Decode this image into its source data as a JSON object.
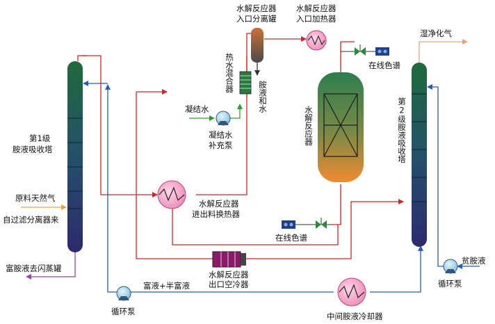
{
  "labels": {
    "tower1": [
      "第1级",
      "胺液吸收塔"
    ],
    "tower2": "第2级胺液吸收塔",
    "feed_gas": "原料天然气",
    "from_filter_separator": "自过滤分离器来",
    "rich_amine_to_flash": "富胺液去闪蒸罐",
    "circ_pump_left": "循环泵",
    "circ_pump_right": "循环泵",
    "rich_semi_rich": "富液+半富液",
    "intercooler": "中间胺液冷却器",
    "lean_amine": "贫胺液",
    "wet_clean_gas": "湿净化气",
    "online_gc_top": "在线色谱",
    "online_gc_bottom": "在线色谱",
    "condensate": "凝结水",
    "condensate_pump": [
      "凝结水",
      "补充泵"
    ],
    "hot_water_mixer": "热水混合器",
    "amine_and_water": "胺液和水",
    "inlet_separator": [
      "水解反应器",
      "入口分离罐"
    ],
    "inlet_heater": [
      "水解反应器",
      "入口加热器"
    ],
    "hydrolysis_reactor": "水解反应器",
    "feed_exchanger": [
      "水解反应器",
      "进出料换热器"
    ],
    "outlet_air_cooler": [
      "水解反应器",
      "出口空冷器"
    ]
  },
  "colors": {
    "process_gas": "#e02020",
    "lean_amine": "#2a5bb0",
    "rich_amine": "#9b3fb8",
    "condensate": "#2aa02a",
    "wet_gas": "#f0a080",
    "feed_gas": "#f0a040",
    "tower_top": "#1f6a3c",
    "tower_bottom": "#2c2a6e",
    "reactor_top": "#2e7d4e",
    "reactor_bottom": "#f08a30",
    "exchanger_fill": "#f4a8c8",
    "pump_fill": "#9fd0ea"
  },
  "icons": {
    "feed_exchanger": "heat-exchanger-icon",
    "inlet_heater": "heater-icon",
    "intercooler": "cooler-icon",
    "pump": "centrifugal-pump-icon",
    "valve": "control-valve-icon",
    "analyzer": "online-gc-icon",
    "air_cooler": "air-cooler-icon",
    "mixer": "static-mixer-icon"
  }
}
